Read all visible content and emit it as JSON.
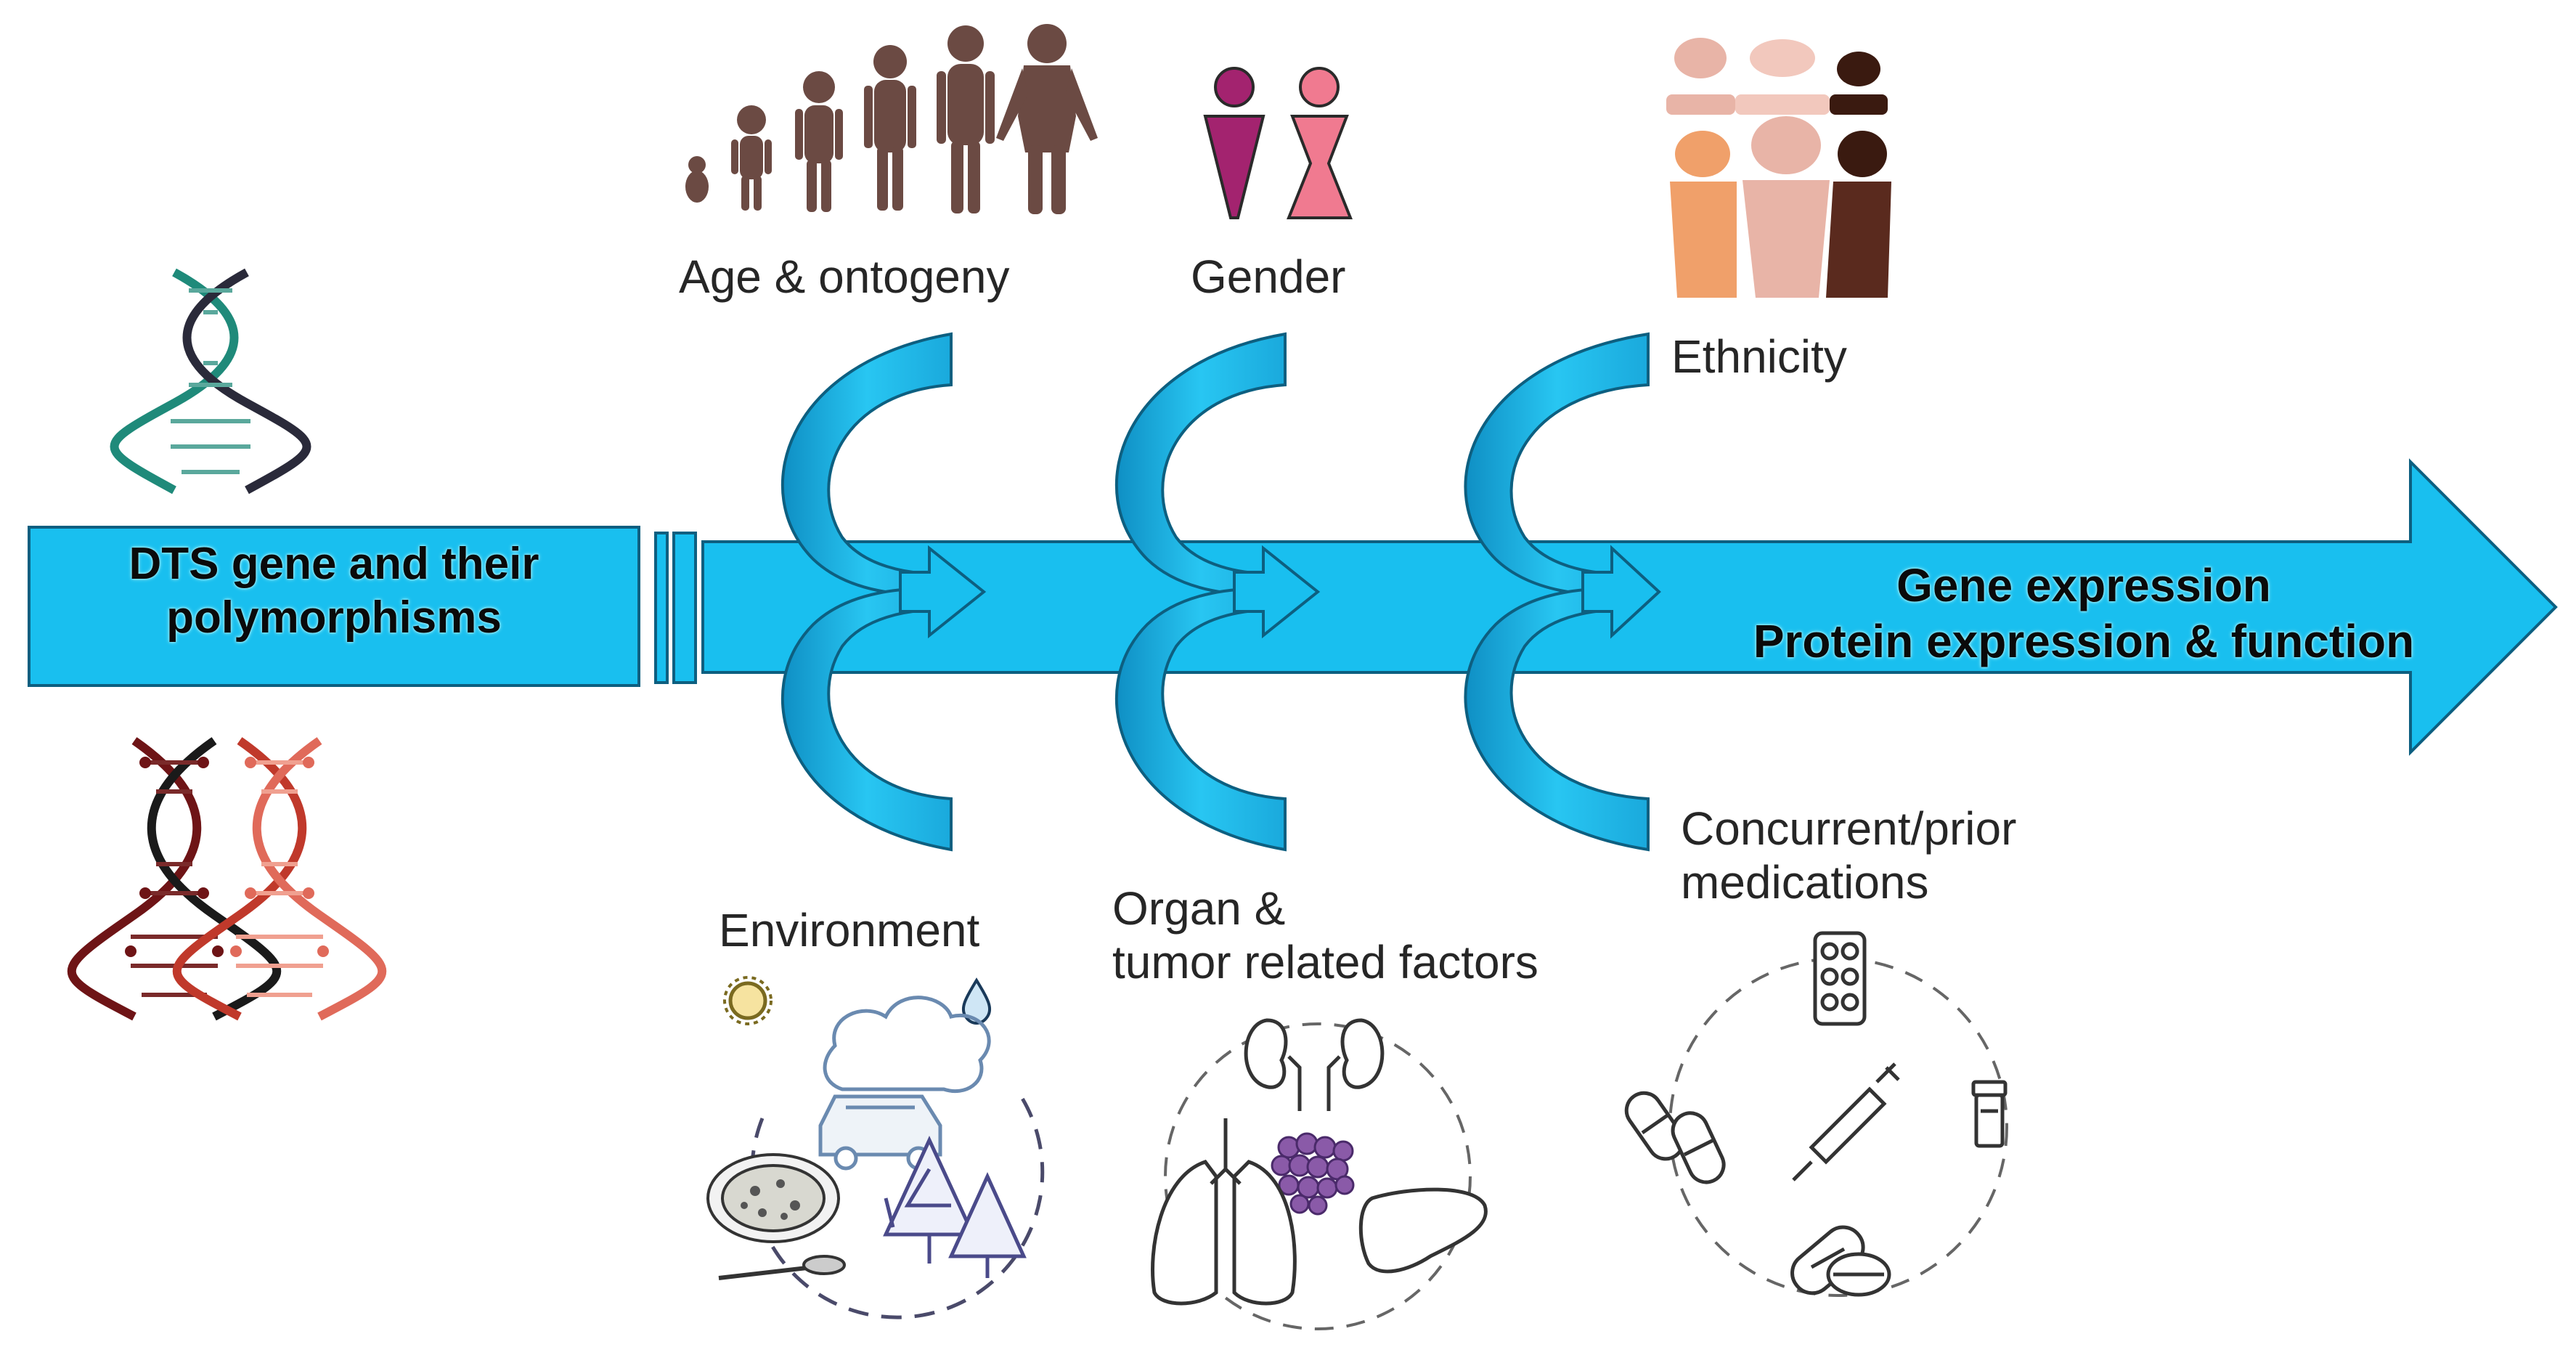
{
  "colors": {
    "arrow_fill": "#19bfef",
    "arrow_stroke": "#0d5f80",
    "curl_fill": "#1ab4e6",
    "dna_teal": "#1f8a7a",
    "dna_dark_red": "#6e1416",
    "dna_salmon": "#e06a5a",
    "body_brown": "#6b4a43",
    "gender_male": "#a3236f",
    "gender_female": "#f07a90",
    "ethnic_light": "#e8b4a7",
    "ethnic_tan": "#f0a06a",
    "ethnic_dark": "#5a2a1e",
    "sketch_line": "#333333"
  },
  "main_arrow": {
    "left_text_line1": "DTS gene and their",
    "left_text_line2": "polymorphisms",
    "right_text_line1": "Gene expression",
    "right_text_line2": "Protein expression & function"
  },
  "factors_top": {
    "age": "Age & ontogeny",
    "gender": "Gender",
    "ethnicity": "Ethnicity"
  },
  "factors_bottom": {
    "environment": "Environment",
    "organ_line1": "Organ &",
    "organ_line2": "tumor related factors",
    "medications_line1": "Concurrent/prior",
    "medications_line2": "medications"
  },
  "icons": {
    "dna_top": "dna-helix-icon",
    "dna_bottom_left": "dna-helix-dark-icon",
    "dna_bottom_right": "dna-helix-salmon-icon",
    "age_figures": "human-growth-stages-icon",
    "gender": "male-female-icon",
    "ethnicity": "diverse-people-icon",
    "environment": [
      "sun-icon",
      "water-drop-icon",
      "car-exhaust-icon",
      "food-plate-icon",
      "forest-icon"
    ],
    "organs": [
      "kidneys-icon",
      "tumor-cells-icon",
      "lungs-icon",
      "liver-icon"
    ],
    "medications": [
      "pill-blister-icon",
      "capsules-icon",
      "syringe-icon",
      "pill-bottle-icon",
      "tablets-icon"
    ]
  }
}
